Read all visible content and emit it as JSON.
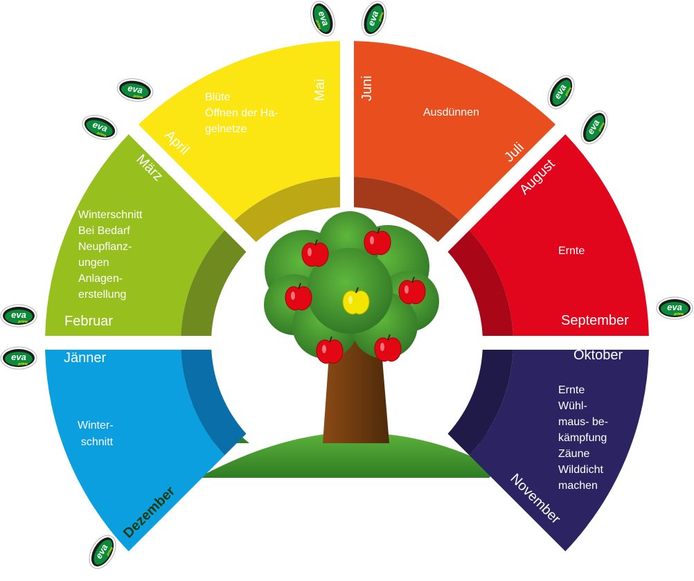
{
  "months": {
    "jan": "Jänner",
    "feb": "Februar",
    "mar": "März",
    "apr": "April",
    "may": "Mai",
    "jun": "Juni",
    "jul": "Juli",
    "aug": "August",
    "sep": "September",
    "oct": "Oktober",
    "nov": "November",
    "dec": "Dezember"
  },
  "tasks": {
    "winter": [
      "Winter-",
      "schnitt"
    ],
    "spring": [
      "Winterschnitt",
      "Bei Bedarf",
      "Neupflanz-",
      "ungen",
      "Anlagen-",
      "erstellung"
    ],
    "bloom": [
      "Blüte",
      "Öffnen der Ha-",
      "gelnetze"
    ],
    "thin": [
      "Ausdünnen"
    ],
    "harvest": [
      "Ernte"
    ],
    "autumn": [
      "Ernte",
      "Wühl-",
      "maus- be-",
      "kämpfung",
      "Zäune",
      "Wilddicht",
      "machen"
    ]
  },
  "logo": {
    "brand": "eva",
    "sub": "prima"
  },
  "colors": {
    "winter": "#0b9fe0",
    "winter_inner": "#0a6fa8",
    "spring": "#97bf1e",
    "spring_inner": "#6f8a1f",
    "bloom": "#fbe512",
    "bloom_inner": "#bba814",
    "thin": "#e84e1e",
    "thin_inner": "#a53a1b",
    "harvest": "#e1061b",
    "harvest_inner": "#a90718",
    "autumn": "#2c2462",
    "autumn_inner": "#201a48",
    "hill": "#4aa233",
    "crown": "#3c8a2e",
    "trunk": "#6b3a10",
    "apple_red": "#e30613",
    "apple_yellow": "#f2e500",
    "dezember_text": "#193a0a"
  }
}
